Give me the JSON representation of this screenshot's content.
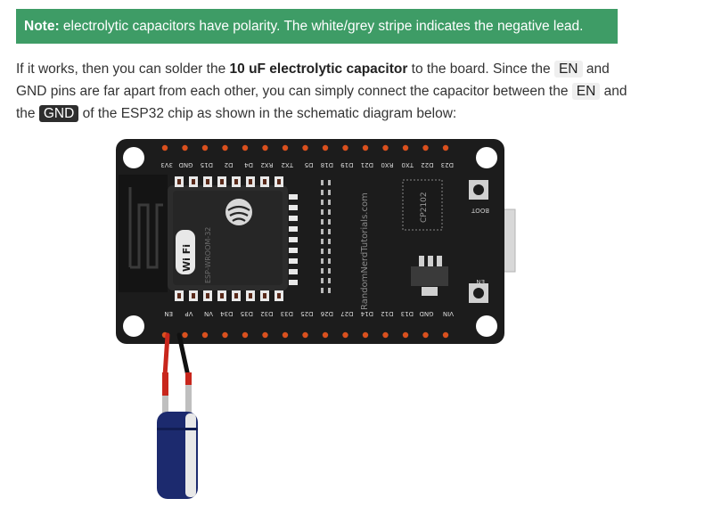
{
  "note": {
    "label": "Note:",
    "text": " electrolytic capacitors have polarity. The white/grey stripe indicates the negative lead."
  },
  "paragraph": {
    "part1": "If it works, then you can solder the ",
    "bold": "10 uF electrolytic capacitor",
    "part2": " to the board. Since the ",
    "en1": "EN",
    "part3": " and GND pins are far apart from each other, you can simply connect the capacitor between the ",
    "en2": "EN",
    "part4": " and the ",
    "gnd": "GND",
    "part5": " of the ESP32 chip as shown in the schematic diagram below:"
  },
  "board": {
    "top_pins": [
      "3V3",
      "GND",
      "D15",
      "D2",
      "D4",
      "RX2",
      "TX2",
      "D5",
      "D18",
      "D19",
      "D21",
      "RX0",
      "TX0",
      "D22",
      "D23"
    ],
    "bottom_pins": [
      "EN",
      "VP",
      "VN",
      "D34",
      "D35",
      "D32",
      "D33",
      "D25",
      "D26",
      "D27",
      "D14",
      "D12",
      "D13",
      "GND",
      "VIN"
    ],
    "module_label": "ESP-WROOM-32",
    "wifi_label": "Wi Fi",
    "usb_chip": "CP2102",
    "brand": "RandomNerdTutorials.com",
    "boot_label": "BOOT",
    "en_label": "EN",
    "colors": {
      "pcb": "#1c1c1c",
      "pin": "#d9501e",
      "wire_red": "#c8261c",
      "wire_black": "#111111",
      "capacitor": "#1c2a6e"
    }
  }
}
